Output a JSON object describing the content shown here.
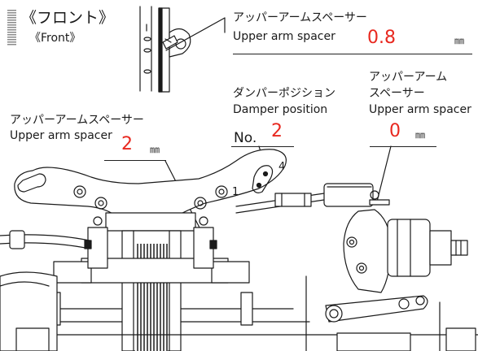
{
  "header": {
    "title_jp": "《フロント》",
    "title_en": "《Front》"
  },
  "upper_arm_spacer_top": {
    "label_jp": "アッパーアームスペーサー",
    "label_en": "Upper arm spacer",
    "value": "0.8",
    "unit": "㎜"
  },
  "damper_position": {
    "label_jp": "ダンパーポジション",
    "label_en": "Damper position",
    "prefix": "No.",
    "value": "2",
    "hole_min": "1",
    "hole_max": "4"
  },
  "upper_arm_spacer_right": {
    "label_jp_line1": "アッパーアーム",
    "label_jp_line2": "スペーサー",
    "label_en": "Upper arm spacer",
    "value": "0",
    "unit": "㎜"
  },
  "upper_arm_spacer_left": {
    "label_jp": "アッパーアームスペーサー",
    "label_en": "Upper arm spacer",
    "value": "2",
    "unit": "㎜"
  },
  "colors": {
    "value_red": "#e8281f",
    "line": "#222222",
    "header_block": "#9a9a9a"
  }
}
